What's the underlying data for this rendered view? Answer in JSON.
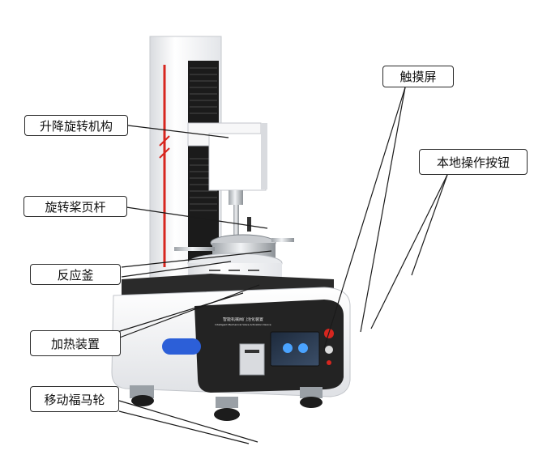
{
  "callouts": {
    "lift_rotation": "升降旋转机构",
    "paddle_rod": "旋转桨页杆",
    "reactor": "反应釜",
    "heating": "加热装置",
    "casters": "移动福马轮",
    "touchscreen": "触摸屏",
    "local_controls": "本地操作按钮"
  },
  "machine": {
    "panel_title": "智能机械阀门活化装置",
    "panel_subtitle": "Intelligent Mechanical Valve Activation Device"
  },
  "colors": {
    "accent_red": "#d7261f",
    "accent_blue": "#2c5fd8",
    "body_white": "#f4f5f7",
    "body_black": "#222222",
    "leader_line": "#1a1a1a"
  }
}
